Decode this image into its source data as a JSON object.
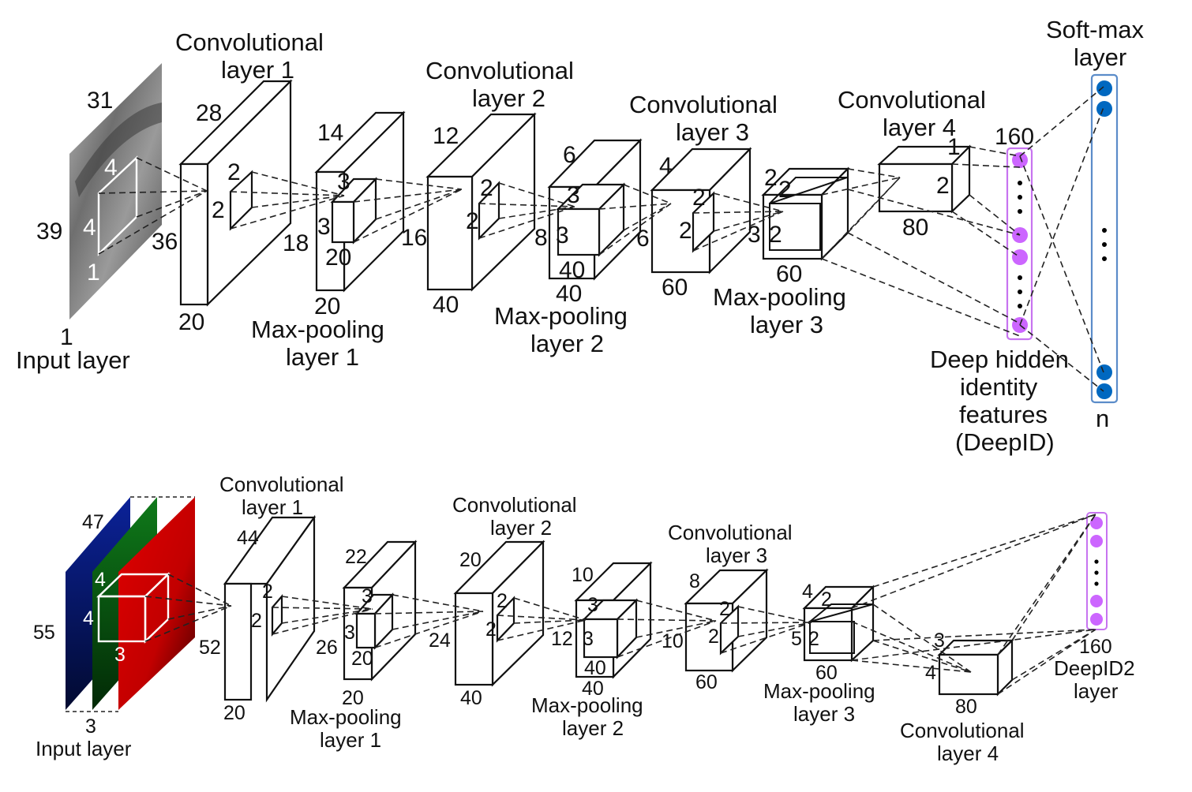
{
  "colors": {
    "deepid_node": "#cc66ff",
    "deepid_border": "#c774f0",
    "softmax_node": "#0068c0",
    "softmax_border": "#5b8cc9",
    "red_channel": "#d40000",
    "green_channel": "#0a6b12",
    "blue_channel": "#0a1e8a"
  },
  "top_network": {
    "input": {
      "label": "Input layer",
      "height": "39",
      "width": "31",
      "channels": "1",
      "filter_h": "4",
      "filter_w": "4",
      "filter_c": "1"
    },
    "conv1": {
      "label1": "Convolutional",
      "label2": "layer 1",
      "height": "36",
      "width": "28",
      "maps": "20",
      "filter_h": "2",
      "filter_w": "2"
    },
    "pool1": {
      "label1": "Max-pooling",
      "label2": "layer 1",
      "height": "18",
      "width": "14",
      "maps": "20",
      "filter_h": "3",
      "filter_w": "3",
      "filter_c": "20"
    },
    "conv2": {
      "label1": "Convolutional",
      "label2": "layer 2",
      "height": "16",
      "width": "12",
      "maps": "40",
      "filter_h": "2",
      "filter_w": "2"
    },
    "pool2": {
      "label1": "Max-pooling",
      "label2": "layer 2",
      "height": "8",
      "width": "6",
      "maps": "40",
      "filter_h": "3",
      "filter_w": "3",
      "filter_c": "40"
    },
    "conv3": {
      "label1": "Convolutional",
      "label2": "layer 3",
      "height": "6",
      "width": "4",
      "maps": "60",
      "filter_h": "2",
      "filter_w": "2"
    },
    "pool3": {
      "label1": "Max-pooling",
      "label2": "layer 3",
      "height": "3",
      "width": "2",
      "maps": "60",
      "filter_h": "2",
      "filter_w": "2"
    },
    "conv4": {
      "label1": "Convolutional",
      "label2": "layer 4",
      "height": "2",
      "width": "1",
      "maps": "80"
    },
    "deepid": {
      "label1": "Deep hidden",
      "label2": "identity",
      "label3": "features",
      "label4": "(DeepID)",
      "size": "160"
    },
    "softmax": {
      "label1": "Soft-max",
      "label2": "layer",
      "size": "n"
    }
  },
  "bottom_network": {
    "input": {
      "label": "Input layer",
      "height": "55",
      "width": "47",
      "channels": "3",
      "filter_h": "4",
      "filter_w": "4",
      "filter_c": "3"
    },
    "conv1": {
      "label1": "Convolutional",
      "label2": "layer 1",
      "height": "52",
      "width": "44",
      "maps": "20",
      "filter_h": "2",
      "filter_w": "2"
    },
    "pool1": {
      "label1": "Max-pooling",
      "label2": "layer 1",
      "height": "26",
      "width": "22",
      "maps": "20",
      "filter_h": "3",
      "filter_w": "3",
      "filter_c": "20"
    },
    "conv2": {
      "label1": "Convolutional",
      "label2": "layer 2",
      "height": "24",
      "width": "20",
      "maps": "40",
      "filter_h": "2",
      "filter_w": "2"
    },
    "pool2": {
      "label1": "Max-pooling",
      "label2": "layer 2",
      "height": "12",
      "width": "10",
      "maps": "40",
      "filter_h": "3",
      "filter_w": "3",
      "filter_c": "40"
    },
    "conv3": {
      "label1": "Convolutional",
      "label2": "layer 3",
      "height": "10",
      "width": "8",
      "maps": "60",
      "filter_h": "2",
      "filter_w": "2"
    },
    "pool3": {
      "label1": "Max-pooling",
      "label2": "layer 3",
      "height": "5",
      "width": "4",
      "maps": "60",
      "filter_h": "2",
      "filter_w": "2"
    },
    "conv4": {
      "label1": "Convolutional",
      "label2": "layer 4",
      "height": "4",
      "width": "3",
      "maps": "80"
    },
    "deepid2": {
      "label1": "DeepID2",
      "label2": "layer",
      "size": "160"
    }
  }
}
